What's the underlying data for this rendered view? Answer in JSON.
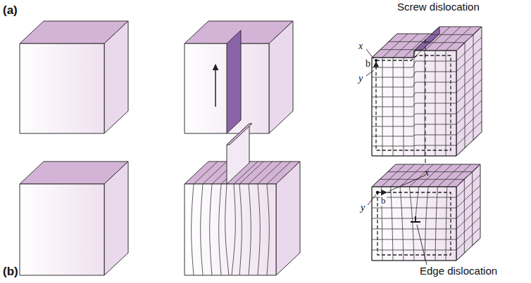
{
  "diagram": {
    "labels": [
      "(a)",
      "Screw dislocation",
      "x",
      "b",
      "y",
      "(b)",
      "Edge dislocation",
      "x",
      "b",
      "y"
    ]
  }
}
